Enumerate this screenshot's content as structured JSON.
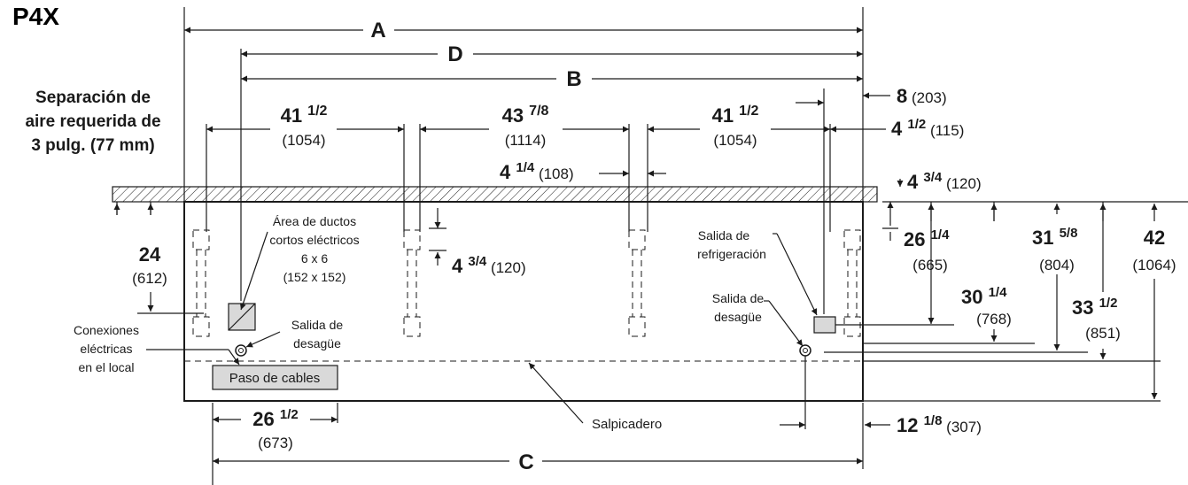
{
  "title": "P4X",
  "clearance_note": [
    "Separación de",
    "aire requerida de",
    "3 pulg. (77 mm)"
  ],
  "letters": {
    "A": "A",
    "B": "B",
    "C": "C",
    "D": "D"
  },
  "dims": {
    "span1": {
      "whole": "41 ",
      "frac": "1/2",
      "mm": "(1054)"
    },
    "span2": {
      "whole": "43 ",
      "frac": "7/8",
      "mm": "(1114)"
    },
    "span3": {
      "whole": "41 ",
      "frac": "1/2",
      "mm": "(1054)"
    },
    "gap": {
      "whole": "4 ",
      "frac": "1/4",
      "mm": " (108)"
    },
    "right_8": {
      "whole": "8",
      "mm": " (203)"
    },
    "right_4_5": {
      "whole": "4 ",
      "frac": "1/2",
      "mm": " (115)"
    },
    "top_4_75": {
      "whole": "4 ",
      "frac": "3/4",
      "mm": " (120)"
    },
    "left_24": {
      "whole": "24",
      "mm": "(612)"
    },
    "mid_4_75": {
      "whole": "4 ",
      "frac": "3/4",
      "mm": " (120)"
    },
    "d_26_25": {
      "whole": "26 ",
      "frac": "1/4",
      "mm": "(665)"
    },
    "d_31_625": {
      "whole": "31 ",
      "frac": "5/8",
      "mm": "(804)"
    },
    "d_42": {
      "whole": "42",
      "mm": "(1064)"
    },
    "d_30_25": {
      "whole": "30 ",
      "frac": "1/4",
      "mm": "(768)"
    },
    "d_33_5": {
      "whole": "33 ",
      "frac": "1/2",
      "mm": "(851)"
    },
    "d_26_5": {
      "whole": "26 ",
      "frac": "1/2",
      "mm": "(673)"
    },
    "d_12_125": {
      "whole": "12 ",
      "frac": "1/8",
      "mm": " (307)"
    }
  },
  "labels": {
    "duct_area": [
      "Área de ductos",
      "cortos eléctricos",
      "6 x 6",
      "(152 x 152)"
    ],
    "drain_left": [
      "Salida de",
      "desagüe"
    ],
    "electrical": [
      "Conexiones",
      "eléctricas",
      "en el local"
    ],
    "cable_pass": "Paso de cables",
    "refrigeration": [
      "Salida de",
      "refrigeración"
    ],
    "drain_right": [
      "Salida de",
      "desagüe"
    ],
    "backsplash": "Salpicadero"
  }
}
